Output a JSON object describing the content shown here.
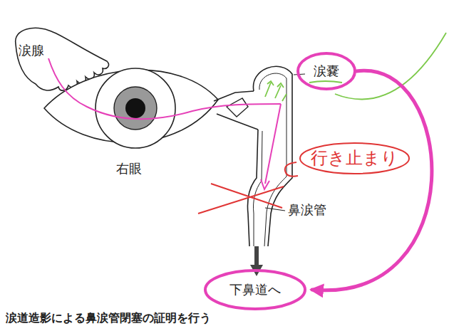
{
  "diagram": {
    "nodes": [
      {
        "text": [
          "涙嚢"
        ]
      },
      {
        "text": [
          "行き止まり"
        ]
      },
      {
        "text": [
          "下鼻道へ"
        ]
      }
    ],
    "edges": [
      {
        "from": 0,
        "to": 2,
        "arrow": "to"
      }
    ],
    "labels": [
      "涙腺",
      "右眼",
      "鼻涙管",
      "涙道造影による鼻涙管閉塞の証明を行う"
    ]
  }
}
